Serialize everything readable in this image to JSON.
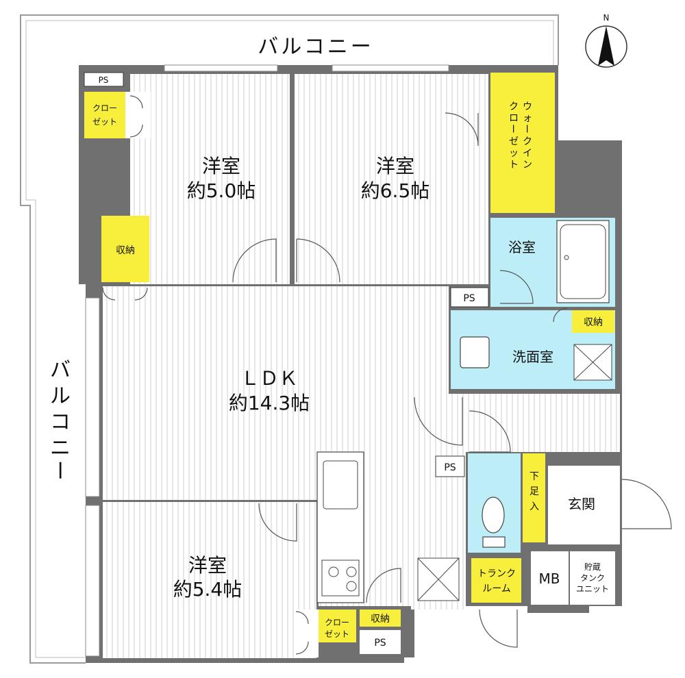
{
  "colors": {
    "wall": "#707070",
    "closet": "#f7ef3c",
    "wet": "#bdeef8",
    "floor_lines": "#cccccc",
    "balcony_line": "#9a9a9a"
  },
  "north": {
    "label": "N"
  },
  "balcony": {
    "top": "バルコニー",
    "left": "バルコニー"
  },
  "rooms": {
    "western1": {
      "name": "洋室",
      "size": "約5.0帖"
    },
    "western2": {
      "name": "洋室",
      "size": "約6.5帖"
    },
    "western3": {
      "name": "洋室",
      "size": "約5.4帖"
    },
    "ldk": {
      "name": "ＬＤＫ",
      "size": "約14.3帖"
    },
    "bath": {
      "name": "浴室"
    },
    "washroom": {
      "name": "洗面室"
    },
    "entrance": {
      "name": "玄関"
    }
  },
  "storage": {
    "closet_top_left": {
      "lines": [
        "クロー",
        "ゼット"
      ]
    },
    "closet_bottom": {
      "lines": [
        "クロー",
        "ゼット"
      ]
    },
    "shuno_left": {
      "label": "収納"
    },
    "shuno_wash": {
      "label": "収納"
    },
    "shuno_kitchen": {
      "label": "収納"
    },
    "walk_in": {
      "lines": [
        "ウォークイン",
        "クローゼット"
      ]
    },
    "shoe": {
      "lines": [
        "下",
        "足",
        "入"
      ]
    },
    "trunk": {
      "lines": [
        "トランク",
        "ルーム"
      ]
    },
    "tank": {
      "lines": [
        "貯蔵",
        "タンク",
        "ユニット"
      ]
    }
  },
  "utility": {
    "ps_top": "PS",
    "ps_mid": "PS",
    "ps_toilet": "PS",
    "ps_bottom": "PS",
    "mb": "MB"
  }
}
